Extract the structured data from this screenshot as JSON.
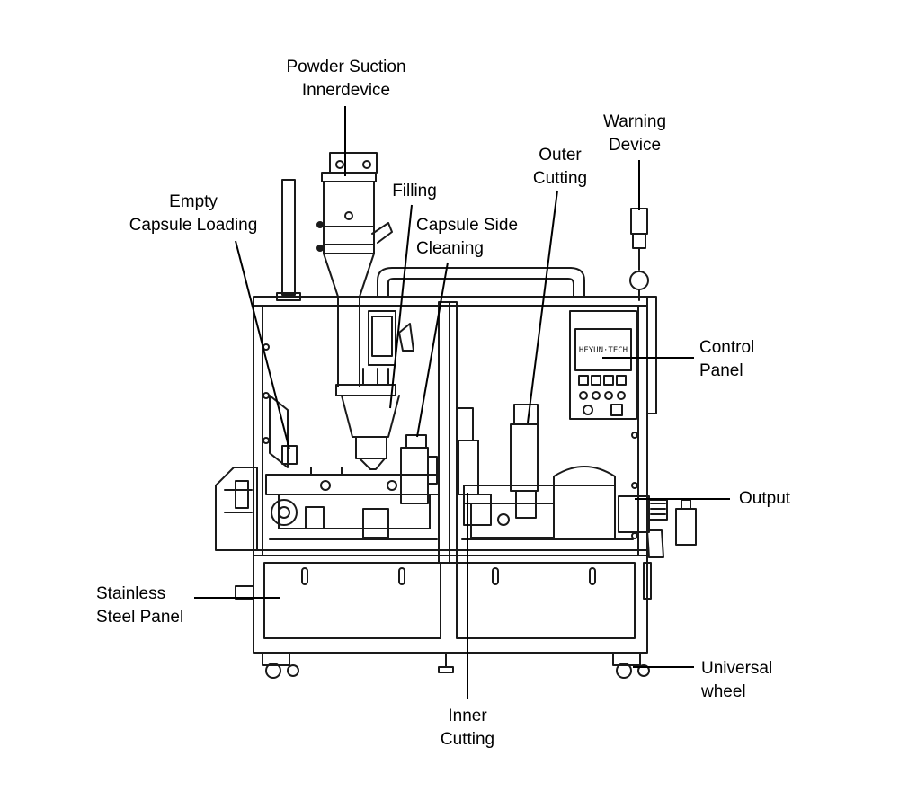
{
  "labels": {
    "powder_suction": [
      "Powder Suction",
      "Innerdevice"
    ],
    "warning_device": [
      "Warning",
      "Device"
    ],
    "outer_cutting": [
      "Outer",
      "Cutting"
    ],
    "empty_capsule_loading": [
      "Empty",
      "Capsule Loading"
    ],
    "filling": [
      "Filling"
    ],
    "capsule_side_cleaning": [
      "Capsule Side",
      "Cleaning"
    ],
    "control_panel": [
      "Control",
      "Panel"
    ],
    "output": [
      "Output"
    ],
    "stainless_steel_panel": [
      "Stainless",
      "Steel Panel"
    ],
    "universal_wheel": [
      "Universal",
      "wheel"
    ],
    "inner_cutting": [
      "Inner",
      "Cutting"
    ]
  },
  "control_screen_text": "HEYUN·TECH",
  "colors": {
    "line": "#1a1a1a",
    "panel": "#f4f4f4",
    "background": "#ffffff"
  }
}
